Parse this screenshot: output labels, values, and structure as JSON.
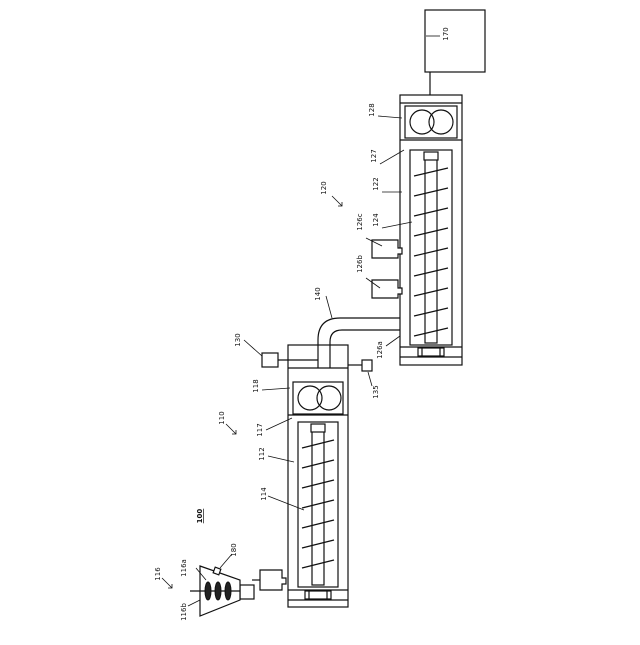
{
  "figure": {
    "system_label": "100",
    "labels": {
      "l110": "110",
      "l112": "112",
      "l114": "114",
      "l116": "116",
      "l116a": "116a",
      "l116b": "116b",
      "l117": "117",
      "l118": "118",
      "l120": "120",
      "l122": "122",
      "l124": "124",
      "l126a": "126a",
      "l126b": "126b",
      "l126c": "126c",
      "l127": "127",
      "l128": "128",
      "l130": "130",
      "l135": "135",
      "l140": "140",
      "l170": "170",
      "l180": "180"
    }
  }
}
